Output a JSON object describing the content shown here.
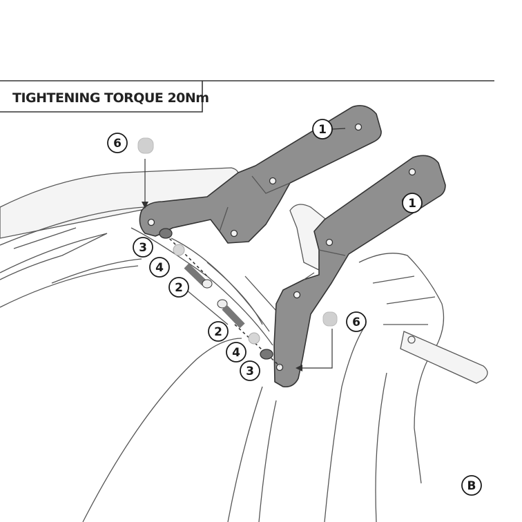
{
  "header": {
    "title": "TIGHTENING TORQUE 20Nm"
  },
  "callouts": {
    "bracket_upper": "1",
    "bracket_lower": "1",
    "spacer_top": "6",
    "spacer_right": "6",
    "washer_a": "3",
    "washer_b": "4",
    "bolt_a": "2",
    "bolt_b": "2",
    "washer_c": "4",
    "washer_d": "3"
  },
  "view_label": "B",
  "colors": {
    "bracket": "#8f8f8f",
    "line": "#333333"
  }
}
